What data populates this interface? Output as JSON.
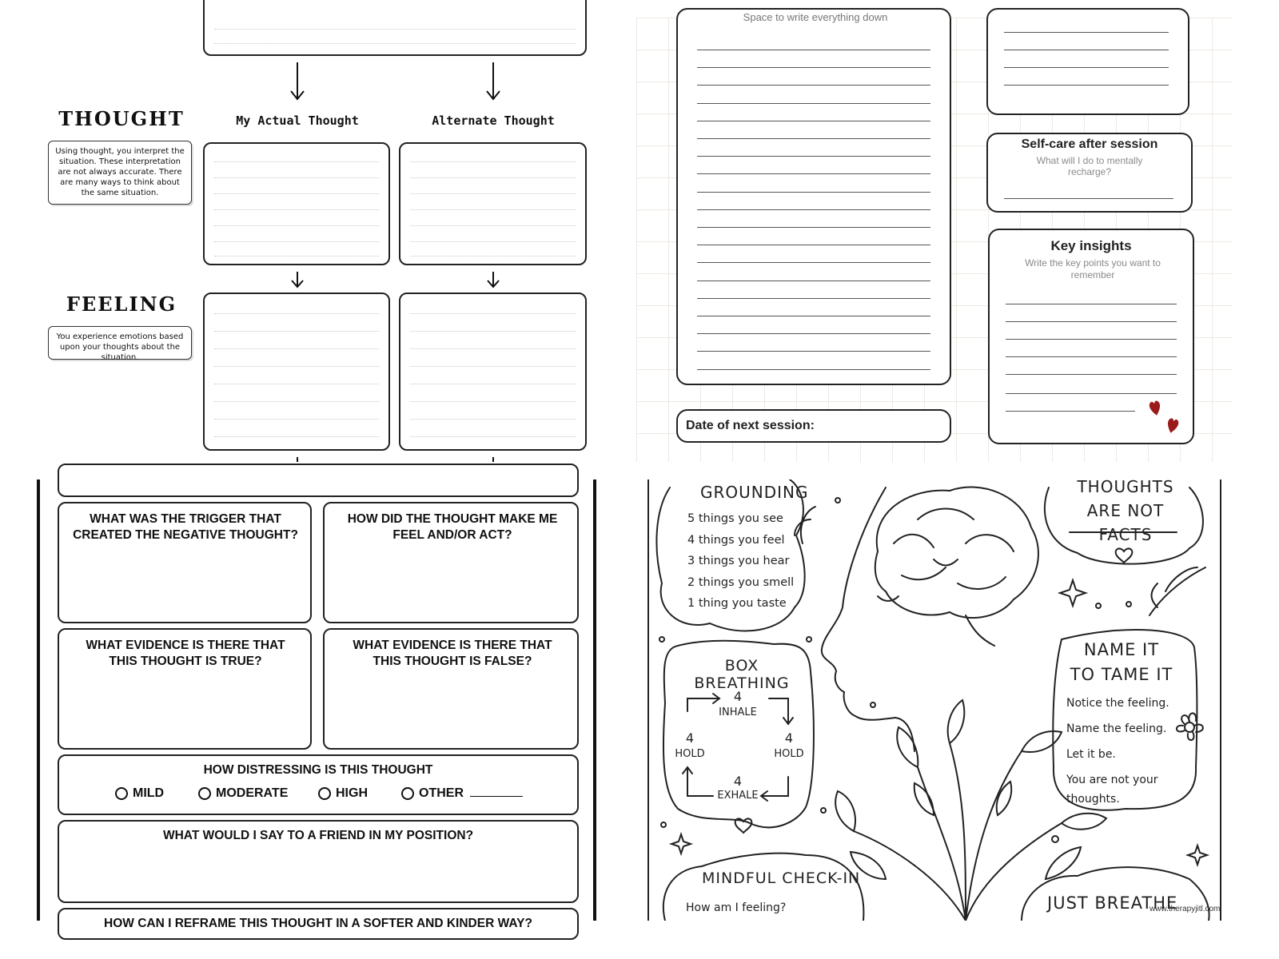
{
  "tl": {
    "thought_heading": "THOUGHT",
    "thought_desc": "Using thought, you interpret the situation. These interpretation are not always accurate. There are many ways to think about the same situation.",
    "col_actual": "My Actual Thought",
    "col_alternate": "Alternate Thought",
    "feeling_heading": "FEELING",
    "feeling_desc": "You experience emotions based upon your thoughts about the situation."
  },
  "tr": {
    "main_hint": "Space to write everything down",
    "selfcare_title": "Self-care after session",
    "selfcare_sub": "What will I do to mentally recharge?",
    "insights_title": "Key insights",
    "insights_sub": "Write the key points you want to remember",
    "next_session": "Date of next session:",
    "accent": "#9b1b1b"
  },
  "bl": {
    "q_trigger": "WHAT WAS THE TRIGGER THAT CREATED THE NEGATIVE THOUGHT?",
    "q_feel": "HOW DID THE THOUGHT MAKE ME FEEL AND/OR ACT?",
    "q_true": "WHAT EVIDENCE IS THERE THAT THIS THOUGHT IS TRUE?",
    "q_false": "WHAT EVIDENCE IS THERE THAT THIS THOUGHT IS FALSE?",
    "distress_title": "HOW DISTRESSING IS THIS THOUGHT",
    "options": [
      "MILD",
      "MODERATE",
      "HIGH",
      "OTHER"
    ],
    "q_friend": "WHAT WOULD I SAY TO A FRIEND IN MY POSITION?",
    "q_reframe": "HOW CAN I REFRAME THIS THOUGHT IN A SOFTER AND KINDER WAY?"
  },
  "br": {
    "grounding_title": "GROUNDING",
    "grounding_items": [
      "5 things you see",
      "4 things you feel",
      "3 things you hear",
      "2 things you smell",
      "1 thing you taste"
    ],
    "thoughts_title": "THOUGHTS ARE NOT FACTS",
    "box_title": "BOX BREATHING",
    "box_inhale_n": "4",
    "box_inhale": "INHALE",
    "box_hold_l_n": "4",
    "box_hold_l": "HOLD",
    "box_hold_r_n": "4",
    "box_hold_r": "HOLD",
    "box_exhale_n": "4",
    "box_exhale": "EXHALE",
    "name_title": "NAME IT TO TAME IT",
    "name_items": [
      "Notice the feeling.",
      "Name the feeling.",
      "Let it be.",
      "You are not your thoughts."
    ],
    "mindful_title": "MINDFUL CHECK-IN",
    "mindful_q": "How am I feeling?",
    "breathe": "JUST BREATHE",
    "watermark": "www.therapyjitl.com"
  }
}
